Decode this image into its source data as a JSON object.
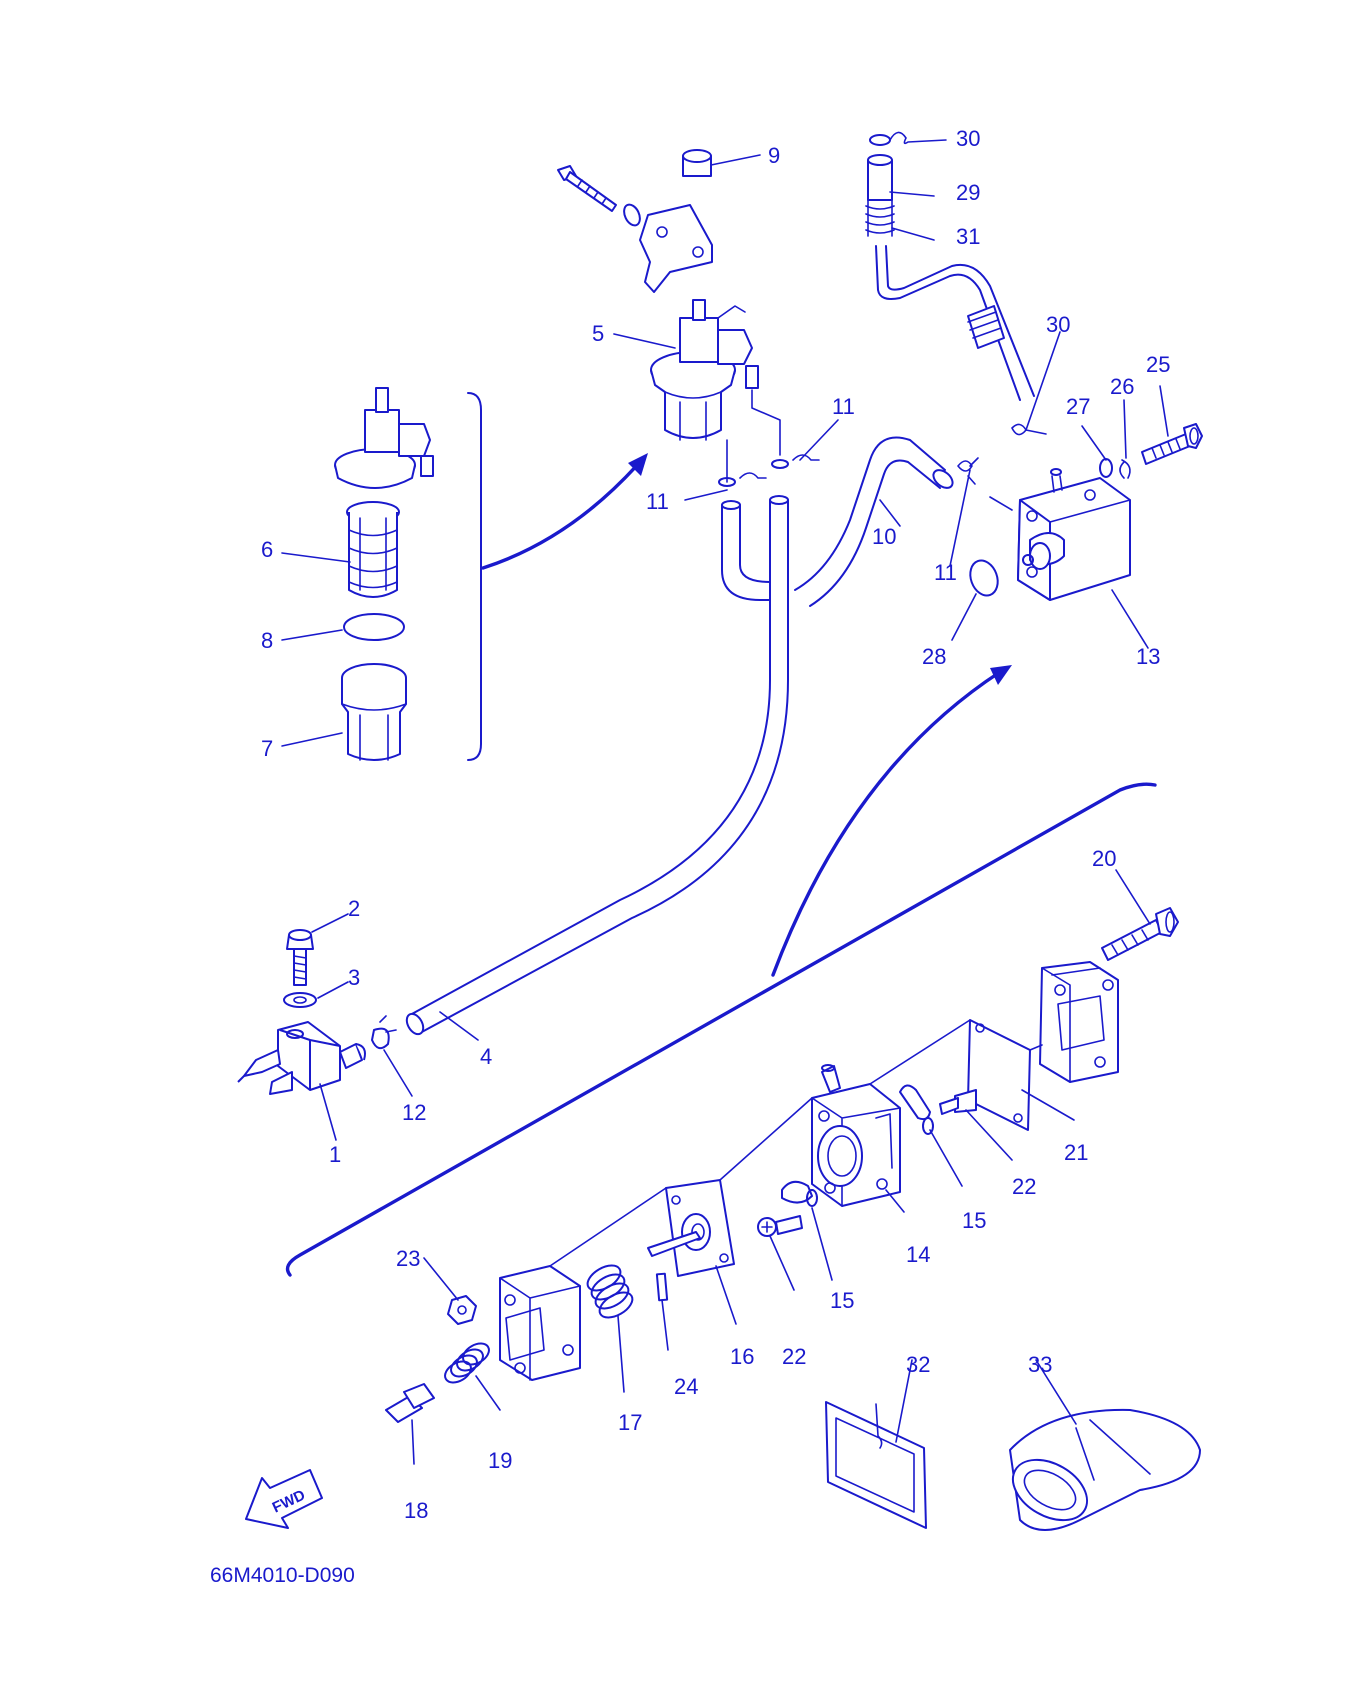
{
  "diagram": {
    "drawing_code": "66M4010-D090",
    "fwd_label": "FWD",
    "line_color": "#1a1acc",
    "callouts": [
      "1",
      "2",
      "3",
      "4",
      "5",
      "6",
      "7",
      "8",
      "9",
      "10",
      "11",
      "11",
      "11",
      "12",
      "13",
      "14",
      "15",
      "15",
      "16",
      "17",
      "18",
      "19",
      "20",
      "21",
      "22",
      "22",
      "23",
      "24",
      "25",
      "26",
      "27",
      "28",
      "29",
      "30",
      "30",
      "31",
      "32",
      "33"
    ]
  }
}
